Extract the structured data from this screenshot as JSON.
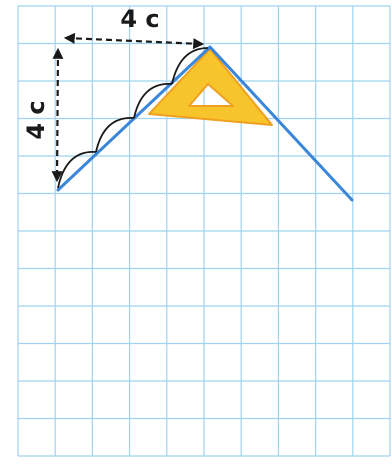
{
  "figure": {
    "grid": {
      "columns": 10,
      "rows": 12,
      "line_color": "#9fd3ef",
      "background": "#ffffff"
    },
    "line": {
      "color": "#3a86d8"
    },
    "set_square": {
      "fill": "#f7c42c",
      "edge": "#f0a020"
    },
    "horizontal_measure": {
      "label": "4 c"
    },
    "vertical_measure": {
      "label": "4 c"
    }
  }
}
